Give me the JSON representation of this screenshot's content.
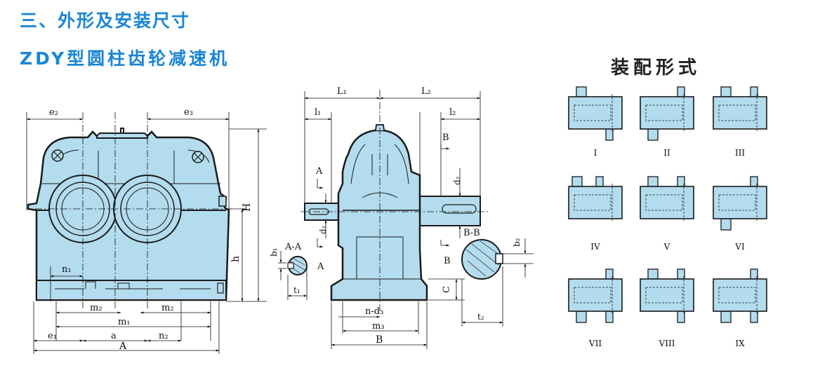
{
  "heading": {
    "section_title": "三、外形及安装尺寸",
    "model_title": "ZDY型圆柱齿轮减速机"
  },
  "mounting": {
    "title": "装配形式",
    "forms": [
      "I",
      "II",
      "III",
      "IV",
      "V",
      "VI",
      "VII",
      "VIII",
      "IX"
    ]
  },
  "front_view": {
    "dims": {
      "e2": "e₂",
      "e3": "e₃",
      "H": "H",
      "h": "h",
      "n1": "n₁",
      "m2_left": "m₂",
      "m2_right": "m₂",
      "m1": "m₁",
      "e1": "e₁",
      "a": "a",
      "n2": "n₂",
      "A": "A"
    }
  },
  "side_view": {
    "dims": {
      "L1": "L₁",
      "L2": "L₂",
      "l1": "l₁",
      "l2": "l₂",
      "d1": "d₁",
      "d2": "d₂",
      "section_A_top": "A",
      "section_A_bottom": "A",
      "section_B_top": "B",
      "C": "C",
      "nd3": "n-d₃",
      "m3": "m₃",
      "B": "B"
    }
  },
  "sections": {
    "aa_label": "A-A",
    "aa_side": "A",
    "b1": "b₁",
    "t1": "t₁",
    "bb_label": "B-B",
    "bb_side": "B",
    "b2": "b₂",
    "t2": "t₂"
  },
  "colors": {
    "title": "#1a86d6",
    "body_fill": "#b3dcee",
    "outline": "#1a1a1a"
  }
}
